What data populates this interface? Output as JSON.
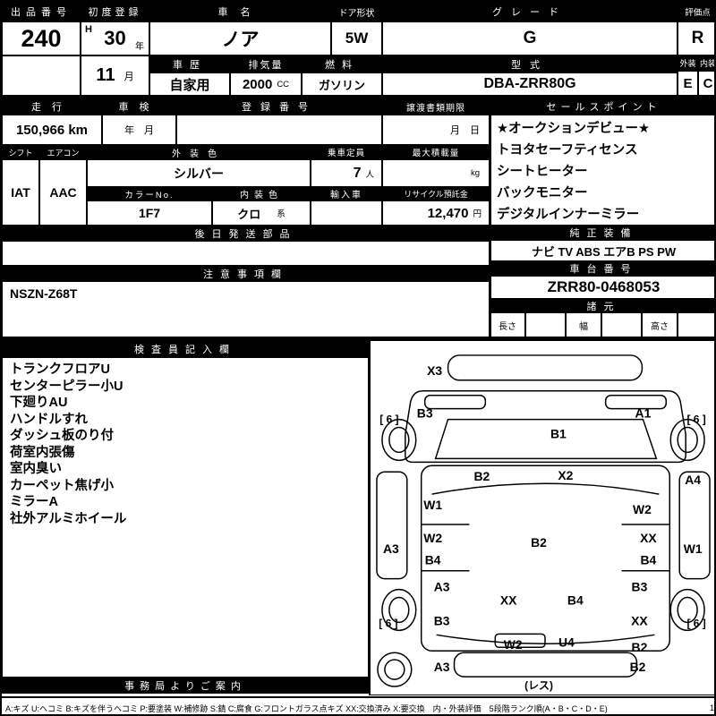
{
  "top": {
    "lot": {
      "label": "出品番号",
      "value": "240"
    },
    "first_reg": {
      "label": "初度登録",
      "era": "H",
      "year": "30",
      "year_unit": "年",
      "month": "11",
      "month_unit": "月"
    },
    "car_name": {
      "label": "車名",
      "value": "ノア"
    },
    "door": {
      "label": "ドア形状",
      "value": "5W"
    },
    "grade": {
      "label": "グレード",
      "value": "G"
    },
    "score": {
      "label": "評価点",
      "value": "R"
    },
    "ext_int": {
      "ext_label": "外装",
      "int_label": "内装",
      "ext_value": "E",
      "int_value": "C"
    },
    "history": {
      "label": "車歴",
      "value": "自家用"
    },
    "displacement": {
      "label": "排気量",
      "value": "2000",
      "unit": "CC"
    },
    "fuel": {
      "label": "燃料",
      "value": "ガソリン"
    },
    "model": {
      "label": "型式",
      "value": "DBA-ZRR80G"
    }
  },
  "mid": {
    "mileage": {
      "label": "走行",
      "value": "150,966 km"
    },
    "shaken": {
      "label": "車検",
      "value": "年　月"
    },
    "reg_no": {
      "label": "登録番号",
      "value": ""
    },
    "transfer": {
      "label": "譲渡書類期限",
      "value": "月　日"
    },
    "sales_points": {
      "label": "セールスポイント",
      "items": [
        "★オークションデビュー★",
        "トヨタセーフティセンス",
        "シートヒーター",
        "バックモニター",
        "デジタルインナーミラー"
      ]
    },
    "shift": {
      "label": "シフト",
      "value": "IAT"
    },
    "aircon": {
      "label": "エアコン",
      "value": "AAC"
    },
    "ext_color": {
      "label": "外装色",
      "value": "シルバー"
    },
    "capacity": {
      "label": "乗車定員",
      "value": "7",
      "unit": "人"
    },
    "max_load": {
      "label": "最大積載量",
      "unit": "kg"
    },
    "color_no": {
      "label": "カラーNo.",
      "value": "1F7"
    },
    "int_color": {
      "label": "内装色",
      "value": "クロ",
      "unit": "系"
    },
    "import_car": {
      "label": "輸入車",
      "value": ""
    },
    "recycle": {
      "label": "リサイクル預託金",
      "value": "12,470",
      "unit": "円"
    },
    "later_parts": {
      "label": "後日発送部品",
      "value": ""
    },
    "genuine": {
      "label": "純正装備",
      "value": "ナビ TV ABS エアB PS PW"
    },
    "notes": {
      "label": "注意事項欄",
      "value": "NSZN-Z68T"
    },
    "chassis": {
      "label": "車台番号",
      "value": "ZRR80-0468053"
    },
    "spec": {
      "label": "諸元",
      "dims": [
        "長さ",
        "幅",
        "高さ"
      ]
    }
  },
  "bottom": {
    "inspector": {
      "label": "検査員記入欄",
      "items": [
        "トランクフロアU",
        "センターピラー小U",
        "下廻りAU",
        "ハンドルすれ",
        "ダッシュ板のり付",
        "荷室内張傷",
        "室内臭い",
        "カーペット焦げ小",
        "ミラーA",
        "社外アルミホイール"
      ]
    },
    "office": {
      "label": "事務局よりご案内"
    },
    "legend": "A:キズ U:ヘコミ B:キズを伴うヘコミ P:要塗装 W:補修跡 S:錆 C:腐食 G:フロントガラス点キズ XX:交換済み X:要交換　内・外装評価　5段階ランク順(A・B・C・D・E)",
    "page": "1"
  },
  "diagram": {
    "labels": [
      "X3",
      "[ 6 ]",
      "B3",
      "B1",
      "A1",
      "[ 6 ]",
      "B2",
      "X2",
      "A4",
      "W1",
      "W2",
      "A3",
      "W2",
      "B2",
      "XX",
      "W1",
      "B4",
      "B4",
      "A3",
      "B3",
      "XX",
      "B4",
      "B3",
      "XX",
      "[ 6 ]",
      "[ 6 ]",
      "W2",
      "U4",
      "B2",
      "A3",
      "B2",
      "(レス)"
    ]
  }
}
